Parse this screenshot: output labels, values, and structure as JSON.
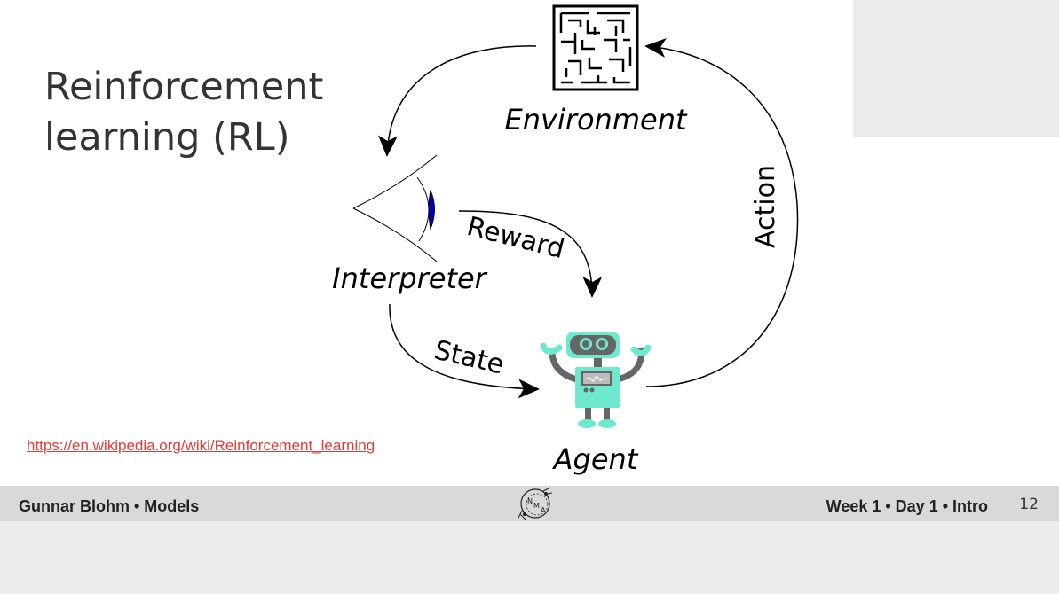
{
  "slide": {
    "title_line1": "Reinforcement",
    "title_line2": "learning (RL)",
    "link_text": "https://en.wikipedia.org/wiki/Reinforcement_learning"
  },
  "diagram": {
    "nodes": {
      "environment": "Environment",
      "interpreter": "Interpreter",
      "agent": "Agent"
    },
    "edges": {
      "reward": "Reward",
      "state": "State",
      "action": "Action"
    },
    "colors": {
      "robot": "#6ee8cf",
      "robot_dark": "#666666",
      "eye_iris": "#0000cc",
      "link": "#e53935"
    }
  },
  "footer": {
    "left": "Gunnar Blohm • Models",
    "right": "Week 1 • Day 1 • Intro",
    "page": "12",
    "logo_icon": "nma-logo-icon"
  }
}
